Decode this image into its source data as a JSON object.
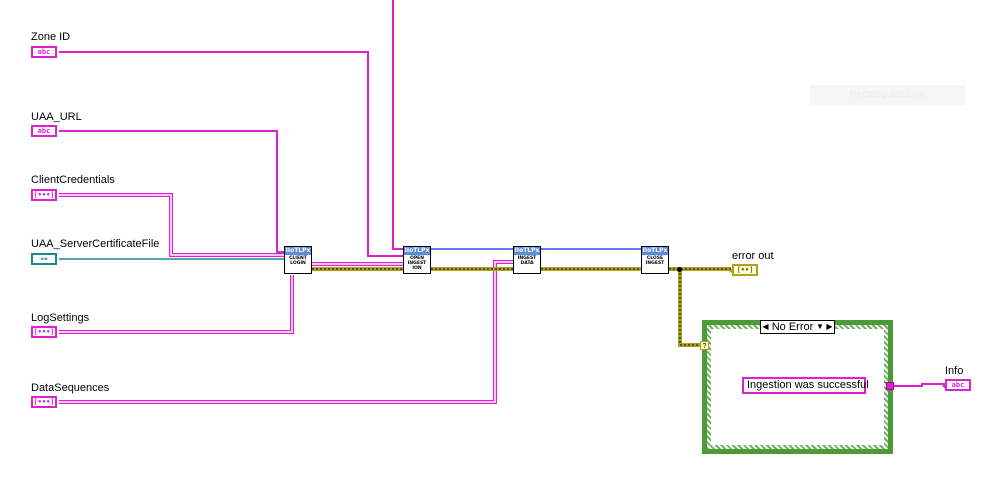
{
  "controls": {
    "zone_id": {
      "label": "Zone ID",
      "glyph": "abc"
    },
    "uaa_url": {
      "label": "UAA_URL",
      "glyph": "abc"
    },
    "client_credentials": {
      "label": "ClientCredentials",
      "glyph": "[•••]"
    },
    "uaa_cert": {
      "label": "UAA_ServerCertificateFile",
      "glyph": "⊶"
    },
    "log_settings": {
      "label": "LogSettings",
      "glyph": "[•••]"
    },
    "data_sequences": {
      "label": "DataSequences",
      "glyph": "[•••]"
    }
  },
  "indicators": {
    "error_out": {
      "label": "error out",
      "glyph": "[••]"
    },
    "info": {
      "label": "Info",
      "glyph": "abc"
    }
  },
  "subvis": {
    "client_login": {
      "header": "IIoTLPx",
      "body": "CLIENT LOGIN"
    },
    "open_ingest": {
      "header": "IIoTLPx",
      "body": "OPEN INGEST ION"
    },
    "ingest_data": {
      "header": "IIoTLPx",
      "body": "INGEST DATA"
    },
    "close_ingest": {
      "header": "IIoTLPx",
      "body": "CLOSE INGEST"
    }
  },
  "case_structure": {
    "selector_value": "No Error",
    "left_arrow": "◀",
    "right_arrow": "▶",
    "dropdown": "▼",
    "selector_tunnel": "?",
    "string_constant": "Ingestion was successful"
  },
  "ghost_label": "Rectangular Line",
  "colors": {
    "string_wire": "#e020d0",
    "path_wire": "#1a8a8a",
    "error_wire": "#b0a020",
    "refnum_wire": "#3050e0",
    "case_border": "#4d9a3a"
  }
}
